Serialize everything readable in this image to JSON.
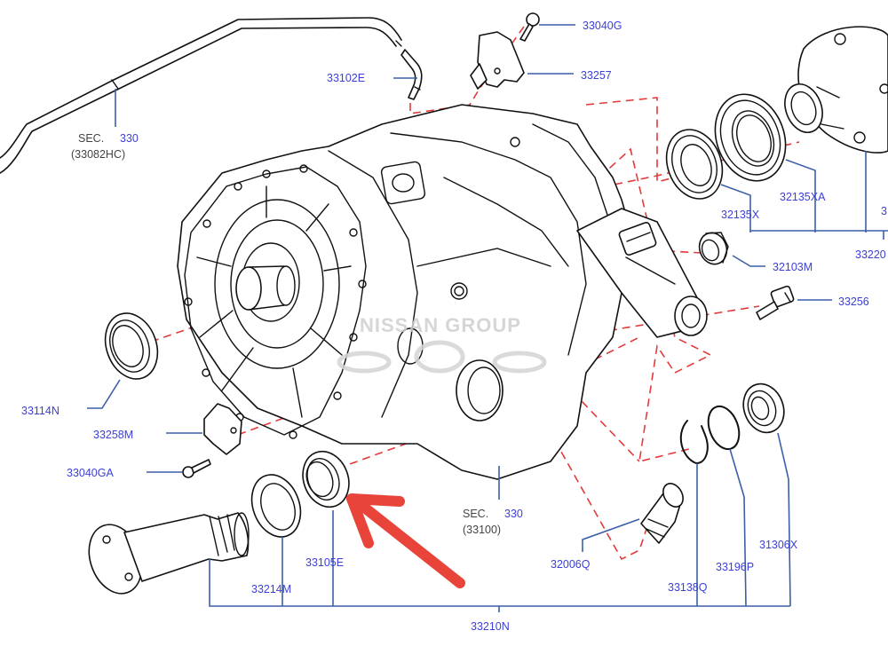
{
  "diagram": {
    "watermark": "NISSAN GROUP",
    "colors": {
      "label": "#3b3fd6",
      "leader": "#3a5fa8",
      "phantom_line": "#e23a3a",
      "arrow": "#e8443a",
      "outline": "#111111"
    },
    "sections": [
      {
        "prefix": "SEC.",
        "number": "330",
        "ref": "(33082HC)"
      },
      {
        "prefix": "SEC.",
        "number": "330",
        "ref": "(33100)"
      }
    ],
    "parts": {
      "p33102E": "33102E",
      "p33040G": "33040G",
      "p33257": "33257",
      "p32135X": "32135X",
      "p32135XA": "32135XA",
      "p3322x_top": "3",
      "p33220": "33220",
      "p32103M": "32103M",
      "p33256": "33256",
      "p33114N": "33114N",
      "p33258M": "33258M",
      "p33040GA": "33040GA",
      "p33214M": "33214M",
      "p33105E": "33105E",
      "p33210N": "33210N",
      "p32006Q": "32006Q",
      "p33138Q": "33138Q",
      "p33196P": "33196P",
      "p31306X": "31306X"
    },
    "highlighted_part": "33105E"
  }
}
